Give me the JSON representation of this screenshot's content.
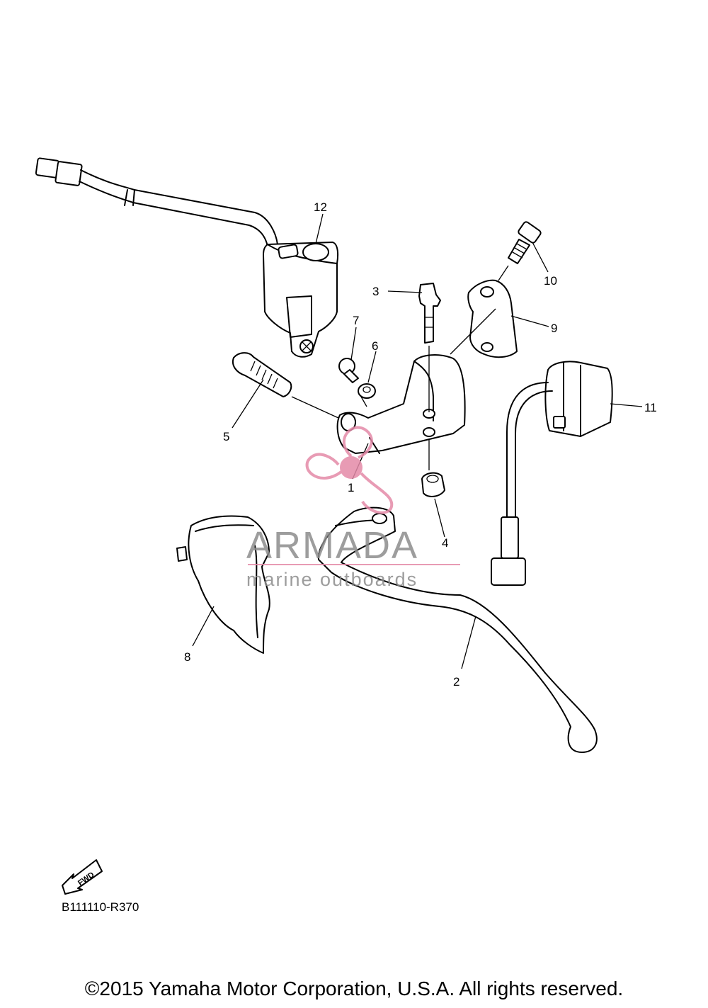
{
  "diagram": {
    "callouts": [
      "1",
      "2",
      "3",
      "4",
      "5",
      "6",
      "7",
      "8",
      "9",
      "10",
      "11",
      "12"
    ],
    "fwd_arrow_text": "FWD",
    "figure_code": "B111110-R370"
  },
  "watermark": {
    "brand": "ARMADA",
    "tagline": "marine outboards",
    "color": "#e48aa8",
    "text_color": "#8c8c8c"
  },
  "footer": {
    "copyright": "©2015 Yamaha Motor Corporation, U.S.A. All rights reserved."
  }
}
